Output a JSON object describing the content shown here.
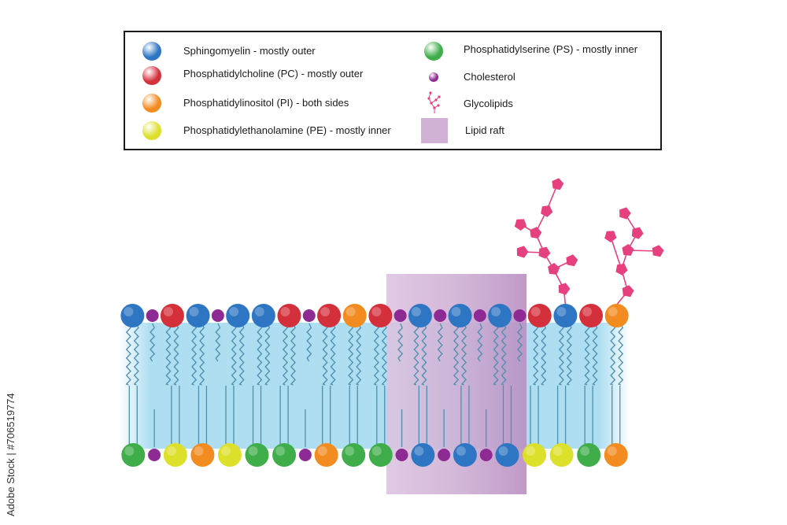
{
  "legend": {
    "items": [
      {
        "key": "sphingomyelin",
        "label": "Sphingomyelin - mostly outer",
        "kind": "ball",
        "color": "#2e76c3"
      },
      {
        "key": "pc",
        "label": "Phosphatidylcholine (PC) - mostly outer",
        "kind": "ball",
        "color": "#d4303c"
      },
      {
        "key": "pi",
        "label": "Phosphatidylinositol (PI) - both sides",
        "kind": "ball",
        "color": "#f28b20"
      },
      {
        "key": "pe",
        "label": "Phosphatidylethanolamine (PE) - mostly inner",
        "kind": "ball",
        "color": "#dde02a"
      },
      {
        "key": "ps",
        "label": "Phosphatidylserine (PS) - mostly inner",
        "kind": "ball",
        "color": "#3fae4a"
      },
      {
        "key": "cholesterol",
        "label": "Cholesterol",
        "kind": "dot",
        "color": "#8e2a94"
      },
      {
        "key": "glycolipid",
        "label": "Glycolipids",
        "kind": "glyco",
        "color": "#e6407e"
      },
      {
        "key": "raft",
        "label": "Lipid raft",
        "kind": "raft",
        "color": "#d1b1d6"
      }
    ]
  },
  "colors": {
    "sphingomyelin": "#2e76c3",
    "pc": "#d4303c",
    "pi": "#f28b20",
    "pe": "#dde02a",
    "ps": "#3fae4a",
    "cholesterol": "#8e2a94",
    "glycolipid": "#e6407e",
    "raft": "#c7a3cf",
    "tail": "#4d8fb0",
    "core": "#9fd8ee"
  },
  "membrane": {
    "outer_leaflet": [
      "sphingomyelin",
      "cholesterol",
      "pc",
      "sphingomyelin",
      "cholesterol",
      "sphingomyelin",
      "sphingomyelin",
      "pc",
      "cholesterol",
      "pc",
      "pi",
      "pc",
      "cholesterol",
      "sphingomyelin",
      "cholesterol",
      "sphingomyelin",
      "cholesterol",
      "sphingomyelin",
      "cholesterol",
      "pc",
      "sphingomyelin",
      "pc",
      "pi"
    ],
    "inner_leaflet": [
      "ps",
      "cholesterol",
      "pe",
      "pi",
      "pe",
      "ps",
      "ps",
      "cholesterol",
      "pi",
      "ps",
      "ps",
      "cholesterol",
      "sphingomyelin",
      "cholesterol",
      "sphingomyelin",
      "cholesterol",
      "sphingomyelin",
      "pe",
      "pe",
      "ps",
      "pi"
    ],
    "glycolipid_anchors": [
      20,
      22
    ]
  },
  "side_text": "Adobe Stock | #706519774"
}
